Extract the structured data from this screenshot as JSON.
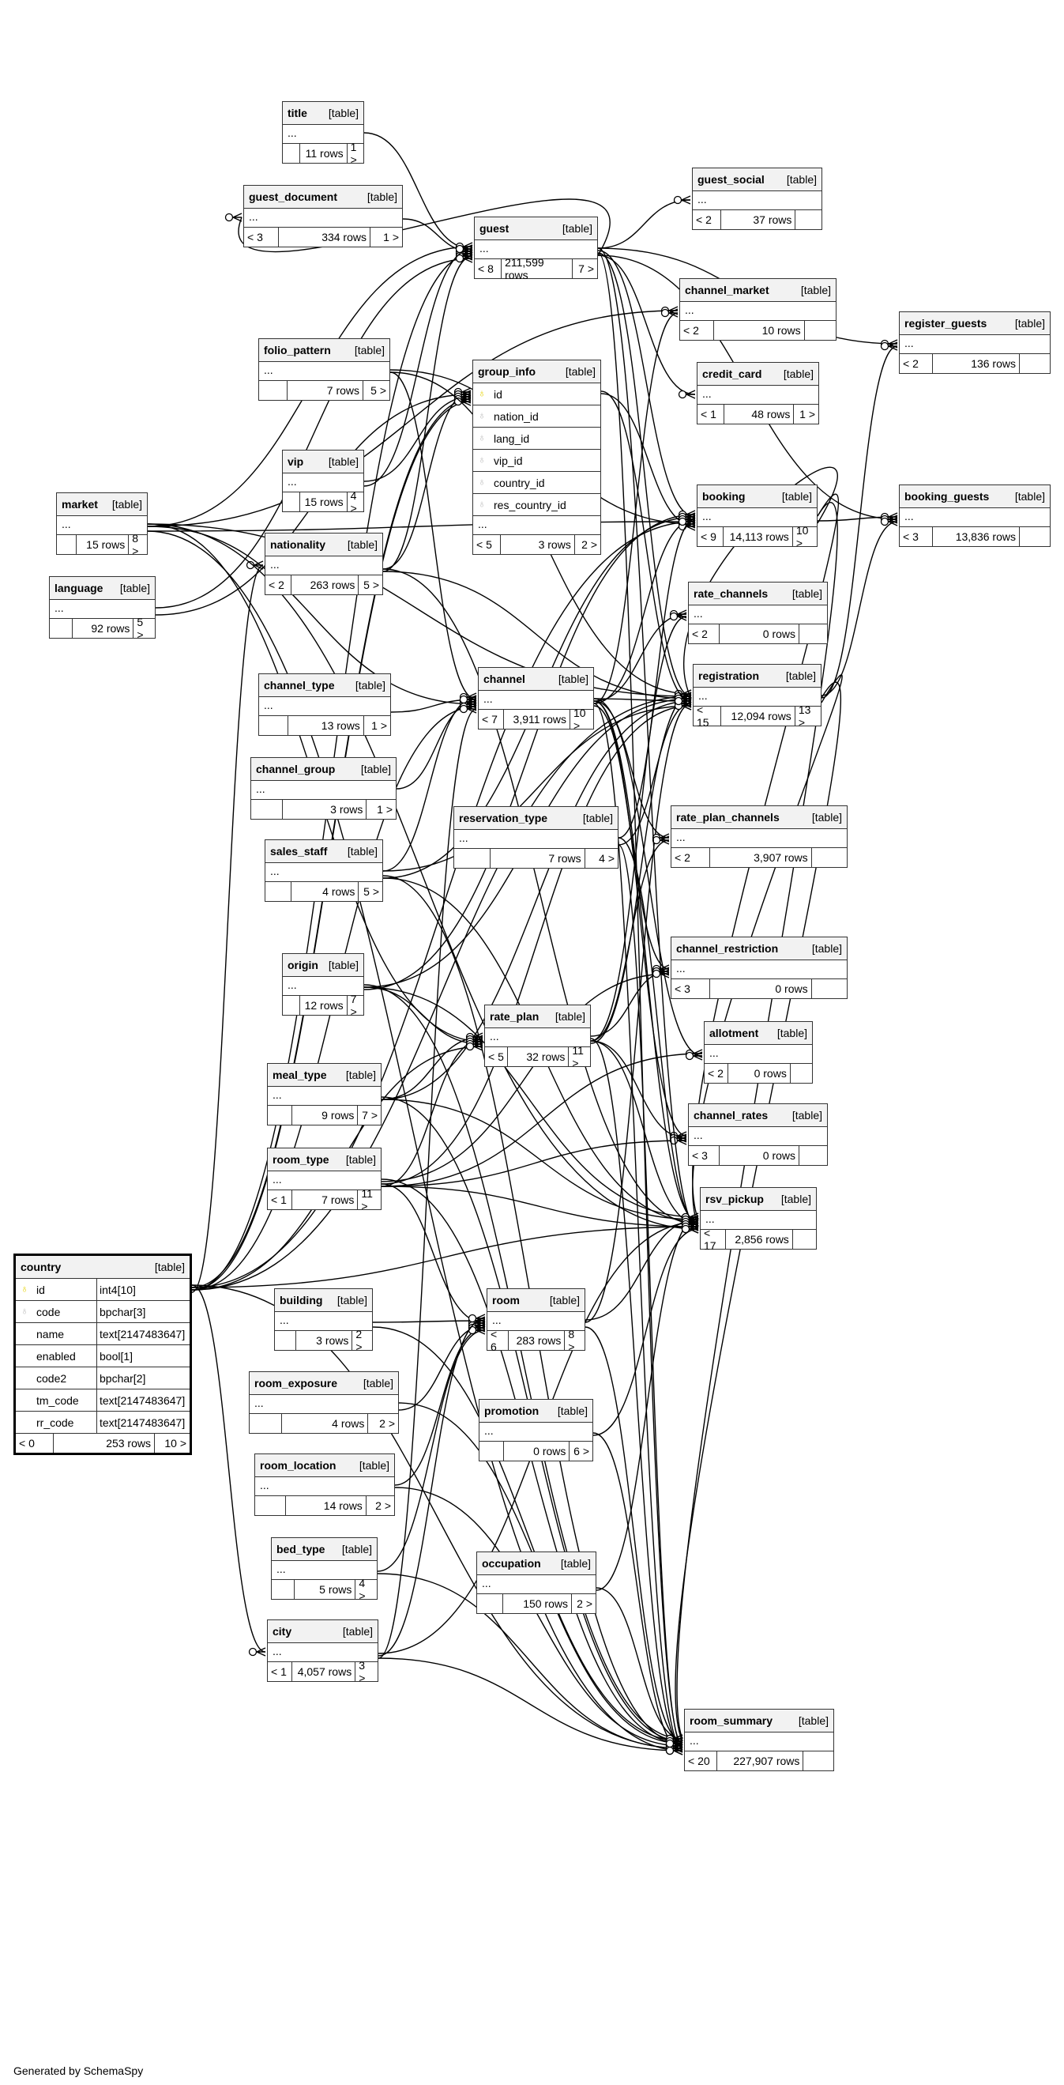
{
  "footer": "Generated by SchemaSpy",
  "type_label": "[table]",
  "more": "...",
  "colors": {
    "primary_key": "#e6d200",
    "foreign_key": "#bbbbbb",
    "border": "#333333",
    "header": "#f2f2f2"
  },
  "tables": [
    {
      "name": "title",
      "left": "",
      "rows": "11 rows",
      "right": "1 >"
    },
    {
      "name": "guest_document",
      "left": "< 3",
      "rows": "334 rows",
      "right": "1 >"
    },
    {
      "name": "guest",
      "left": "< 8",
      "rows": "211,599 rows",
      "right": "7 >"
    },
    {
      "name": "guest_social",
      "left": "< 2",
      "rows": "37 rows",
      "right": ""
    },
    {
      "name": "channel_market",
      "left": "< 2",
      "rows": "10 rows",
      "right": ""
    },
    {
      "name": "credit_card",
      "left": "< 1",
      "rows": "48 rows",
      "right": "1 >"
    },
    {
      "name": "register_guests",
      "left": "< 2",
      "rows": "136 rows",
      "right": ""
    },
    {
      "name": "folio_pattern",
      "left": "",
      "rows": "7 rows",
      "right": "5 >"
    },
    {
      "name": "group_info",
      "left": "< 5",
      "rows": "3 rows",
      "right": "2 >",
      "columns": [
        {
          "name": "id",
          "key": "primary"
        },
        {
          "name": "nation_id",
          "key": "foreign"
        },
        {
          "name": "lang_id",
          "key": "foreign"
        },
        {
          "name": "vip_id",
          "key": "foreign"
        },
        {
          "name": "country_id",
          "key": "foreign"
        },
        {
          "name": "res_country_id",
          "key": "foreign"
        }
      ]
    },
    {
      "name": "vip",
      "left": "",
      "rows": "15 rows",
      "right": "4 >"
    },
    {
      "name": "market",
      "left": "",
      "rows": "15 rows",
      "right": "8 >"
    },
    {
      "name": "nationality",
      "left": "< 2",
      "rows": "263 rows",
      "right": "5 >"
    },
    {
      "name": "language",
      "left": "",
      "rows": "92 rows",
      "right": "5 >"
    },
    {
      "name": "booking",
      "left": "< 9",
      "rows": "14,113 rows",
      "right": "10 >"
    },
    {
      "name": "booking_guests",
      "left": "< 3",
      "rows": "13,836 rows",
      "right": ""
    },
    {
      "name": "rate_channels",
      "left": "< 2",
      "rows": "0 rows",
      "right": ""
    },
    {
      "name": "channel",
      "left": "< 7",
      "rows": "3,911 rows",
      "right": "10 >"
    },
    {
      "name": "registration",
      "left": "< 15",
      "rows": "12,094 rows",
      "right": "13 >"
    },
    {
      "name": "channel_type",
      "left": "",
      "rows": "13 rows",
      "right": "1 >"
    },
    {
      "name": "channel_group",
      "left": "",
      "rows": "3 rows",
      "right": "1 >"
    },
    {
      "name": "reservation_type",
      "left": "",
      "rows": "7 rows",
      "right": "4 >"
    },
    {
      "name": "rate_plan_channels",
      "left": "< 2",
      "rows": "3,907 rows",
      "right": ""
    },
    {
      "name": "sales_staff",
      "left": "",
      "rows": "4 rows",
      "right": "5 >"
    },
    {
      "name": "channel_restriction",
      "left": "< 3",
      "rows": "0 rows",
      "right": ""
    },
    {
      "name": "origin",
      "left": "",
      "rows": "12 rows",
      "right": "7 >"
    },
    {
      "name": "rate_plan",
      "left": "< 5",
      "rows": "32 rows",
      "right": "11 >"
    },
    {
      "name": "allotment",
      "left": "< 2",
      "rows": "0 rows",
      "right": ""
    },
    {
      "name": "meal_type",
      "left": "",
      "rows": "9 rows",
      "right": "7 >"
    },
    {
      "name": "channel_rates",
      "left": "< 3",
      "rows": "0 rows",
      "right": ""
    },
    {
      "name": "room_type",
      "left": "< 1",
      "rows": "7 rows",
      "right": "11 >"
    },
    {
      "name": "rsv_pickup",
      "left": "< 17",
      "rows": "2,856 rows",
      "right": ""
    },
    {
      "name": "country",
      "left": "< 0",
      "rows": "253 rows",
      "right": "10 >",
      "focus": true,
      "columns": [
        {
          "name": "id",
          "type": "int4[10]",
          "key": "primary"
        },
        {
          "name": "code",
          "type": "bpchar[3]",
          "key": "foreign"
        },
        {
          "name": "name",
          "type": "text[2147483647]"
        },
        {
          "name": "enabled",
          "type": "bool[1]"
        },
        {
          "name": "code2",
          "type": "bpchar[2]"
        },
        {
          "name": "tm_code",
          "type": "text[2147483647]"
        },
        {
          "name": "rr_code",
          "type": "text[2147483647]"
        }
      ]
    },
    {
      "name": "building",
      "left": "",
      "rows": "3 rows",
      "right": "2 >"
    },
    {
      "name": "room",
      "left": "< 6",
      "rows": "283 rows",
      "right": "8 >"
    },
    {
      "name": "room_exposure",
      "left": "",
      "rows": "4 rows",
      "right": "2 >"
    },
    {
      "name": "promotion",
      "left": "",
      "rows": "0 rows",
      "right": "6 >"
    },
    {
      "name": "room_location",
      "left": "",
      "rows": "14 rows",
      "right": "2 >"
    },
    {
      "name": "bed_type",
      "left": "",
      "rows": "5 rows",
      "right": "4 >"
    },
    {
      "name": "occupation",
      "left": "",
      "rows": "150 rows",
      "right": "2 >"
    },
    {
      "name": "city",
      "left": "< 1",
      "rows": "4,057 rows",
      "right": "3 >"
    },
    {
      "name": "room_summary",
      "left": "< 20",
      "rows": "227,907 rows",
      "right": ""
    }
  ],
  "relationships": [
    [
      "title",
      "guest"
    ],
    [
      "guest_document",
      "guest"
    ],
    [
      "country",
      "guest"
    ],
    [
      "nationality",
      "guest"
    ],
    [
      "language",
      "guest"
    ],
    [
      "market",
      "guest"
    ],
    [
      "vip",
      "guest"
    ],
    [
      "guest",
      "guest_document"
    ],
    [
      "guest",
      "guest_social"
    ],
    [
      "market",
      "channel_market"
    ],
    [
      "channel",
      "channel_market"
    ],
    [
      "guest",
      "credit_card"
    ],
    [
      "guest",
      "register_guests"
    ],
    [
      "registration",
      "register_guests"
    ],
    [
      "nationality",
      "group_info"
    ],
    [
      "language",
      "group_info"
    ],
    [
      "vip",
      "group_info"
    ],
    [
      "country",
      "group_info"
    ],
    [
      "country",
      "group_info"
    ],
    [
      "country",
      "nationality"
    ],
    [
      "country",
      "city"
    ],
    [
      "guest",
      "booking"
    ],
    [
      "channel",
      "booking"
    ],
    [
      "market",
      "booking"
    ],
    [
      "folio_pattern",
      "booking"
    ],
    [
      "group_info",
      "booking"
    ],
    [
      "origin",
      "booking"
    ],
    [
      "sales_staff",
      "booking"
    ],
    [
      "reservation_type",
      "booking"
    ],
    [
      "country",
      "booking"
    ],
    [
      "booking",
      "booking_guests"
    ],
    [
      "guest",
      "booking_guests"
    ],
    [
      "registration",
      "booking_guests"
    ],
    [
      "channel",
      "rate_channels"
    ],
    [
      "rate_plan",
      "rate_channels"
    ],
    [
      "channel_type",
      "channel"
    ],
    [
      "channel_group",
      "channel"
    ],
    [
      "market",
      "channel"
    ],
    [
      "country",
      "channel"
    ],
    [
      "city",
      "channel"
    ],
    [
      "sales_staff",
      "channel"
    ],
    [
      "folio_pattern",
      "channel"
    ],
    [
      "guest",
      "registration"
    ],
    [
      "booking",
      "registration"
    ],
    [
      "channel",
      "registration"
    ],
    [
      "room",
      "registration"
    ],
    [
      "room_type",
      "registration"
    ],
    [
      "rate_plan",
      "registration"
    ],
    [
      "market",
      "registration"
    ],
    [
      "origin",
      "registration"
    ],
    [
      "meal_type",
      "registration"
    ],
    [
      "reservation_type",
      "registration"
    ],
    [
      "sales_staff",
      "registration"
    ],
    [
      "folio_pattern",
      "registration"
    ],
    [
      "country",
      "registration"
    ],
    [
      "nationality",
      "registration"
    ],
    [
      "group_info",
      "registration"
    ],
    [
      "channel",
      "rate_plan_channels"
    ],
    [
      "rate_plan",
      "rate_plan_channels"
    ],
    [
      "channel",
      "channel_restriction"
    ],
    [
      "rate_plan",
      "channel_restriction"
    ],
    [
      "room_type",
      "channel_restriction"
    ],
    [
      "meal_type",
      "rate_plan"
    ],
    [
      "room_type",
      "rate_plan"
    ],
    [
      "market",
      "rate_plan"
    ],
    [
      "origin",
      "rate_plan"
    ],
    [
      "country",
      "rate_plan"
    ],
    [
      "room_type",
      "allotment"
    ],
    [
      "channel",
      "allotment"
    ],
    [
      "channel",
      "channel_rates"
    ],
    [
      "rate_plan",
      "channel_rates"
    ],
    [
      "room_type",
      "channel_rates"
    ],
    [
      "booking",
      "rsv_pickup"
    ],
    [
      "channel",
      "rsv_pickup"
    ],
    [
      "rate_plan",
      "rsv_pickup"
    ],
    [
      "room_type",
      "rsv_pickup"
    ],
    [
      "market",
      "rsv_pickup"
    ],
    [
      "origin",
      "rsv_pickup"
    ],
    [
      "meal_type",
      "rsv_pickup"
    ],
    [
      "sales_staff",
      "rsv_pickup"
    ],
    [
      "reservation_type",
      "rsv_pickup"
    ],
    [
      "country",
      "rsv_pickup"
    ],
    [
      "promotion",
      "rsv_pickup"
    ],
    [
      "occupation",
      "rsv_pickup"
    ],
    [
      "room",
      "rsv_pickup"
    ],
    [
      "city",
      "rsv_pickup"
    ],
    [
      "nationality",
      "rsv_pickup"
    ],
    [
      "registration",
      "rsv_pickup"
    ],
    [
      "guest",
      "rsv_pickup"
    ],
    [
      "building",
      "room"
    ],
    [
      "room_type",
      "room"
    ],
    [
      "room_exposure",
      "room"
    ],
    [
      "room_location",
      "room"
    ],
    [
      "bed_type",
      "room"
    ],
    [
      "city",
      "room"
    ],
    [
      "room",
      "room_summary"
    ],
    [
      "room_type",
      "room_summary"
    ],
    [
      "rate_plan",
      "room_summary"
    ],
    [
      "channel",
      "room_summary"
    ],
    [
      "market",
      "room_summary"
    ],
    [
      "origin",
      "room_summary"
    ],
    [
      "meal_type",
      "room_summary"
    ],
    [
      "sales_staff",
      "room_summary"
    ],
    [
      "reservation_type",
      "room_summary"
    ],
    [
      "country",
      "room_summary"
    ],
    [
      "promotion",
      "room_summary"
    ],
    [
      "occupation",
      "room_summary"
    ],
    [
      "building",
      "room_summary"
    ],
    [
      "room_exposure",
      "room_summary"
    ],
    [
      "room_location",
      "room_summary"
    ],
    [
      "bed_type",
      "room_summary"
    ],
    [
      "city",
      "room_summary"
    ],
    [
      "booking",
      "room_summary"
    ],
    [
      "registration",
      "room_summary"
    ],
    [
      "guest",
      "room_summary"
    ]
  ]
}
